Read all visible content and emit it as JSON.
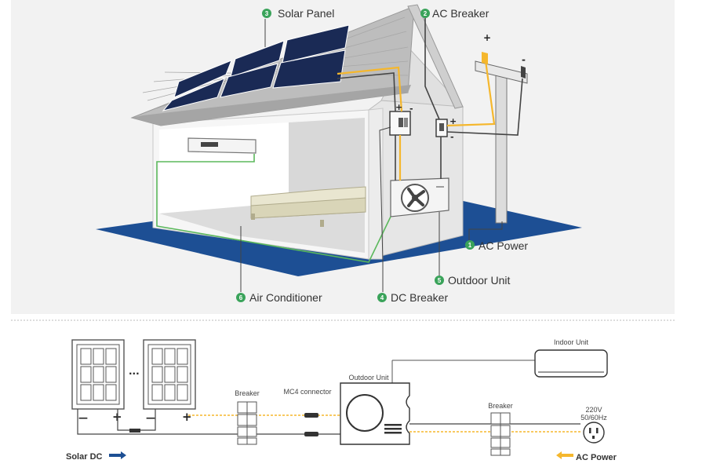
{
  "colors": {
    "background": "#ffffff",
    "top_panel": "#f2f2f2",
    "ground": "#1d4f94",
    "ac_wire": "#f5b72d",
    "dc_wire": "#5bb85c",
    "wire_dark": "#444444",
    "badge": "#3aa35a",
    "arrow_dc": "#1d4f94",
    "arrow_ac": "#f5b72d"
  },
  "top": {
    "labels": [
      {
        "num": "1",
        "text": "AC Power"
      },
      {
        "num": "2",
        "text": "AC Breaker"
      },
      {
        "num": "3",
        "text": "Solar Panel"
      },
      {
        "num": "4",
        "text": "DC Breaker"
      },
      {
        "num": "5",
        "text": "Outdoor Unit"
      },
      {
        "num": "6",
        "text": "Air Conditioner"
      }
    ],
    "signs": {
      "plus": "+",
      "minus": "-"
    }
  },
  "bottom": {
    "ellipsis": "···",
    "panel_signs": {
      "minus": "—",
      "plus": "+"
    },
    "breaker_left": "Breaker",
    "mc4": "MC4 connector",
    "outdoor_unit": "Outdoor Unit",
    "indoor_unit": "Indoor Unit",
    "breaker_right": "Breaker",
    "voltage": "220V",
    "frequency": "50/60Hz",
    "solar_dc": "Solar DC",
    "ac_power": "AC Power"
  }
}
